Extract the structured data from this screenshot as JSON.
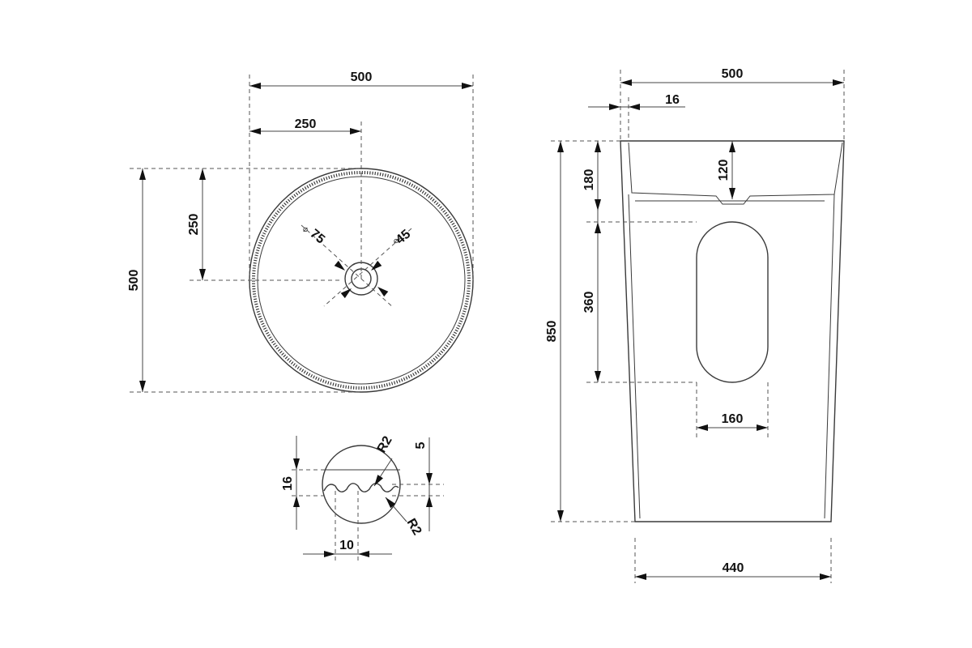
{
  "top_view": {
    "width_label": "500",
    "half_width_label": "250",
    "depth_label": "500",
    "half_depth_label": "250",
    "drain_label": "75",
    "overflow_label": "45",
    "diameter_symbol": "⌀"
  },
  "detail_view": {
    "height_label": "16",
    "groove_label": "5",
    "radius_top_label": "R2",
    "radius_bottom_label": "R2",
    "pitch_label": "10"
  },
  "side_view": {
    "width_label": "500",
    "wall_label": "16",
    "height_label": "850",
    "bowl_depth_label": "180",
    "inner_depth_label": "120",
    "opening_height_label": "360",
    "opening_width_label": "160",
    "base_width_label": "440"
  }
}
